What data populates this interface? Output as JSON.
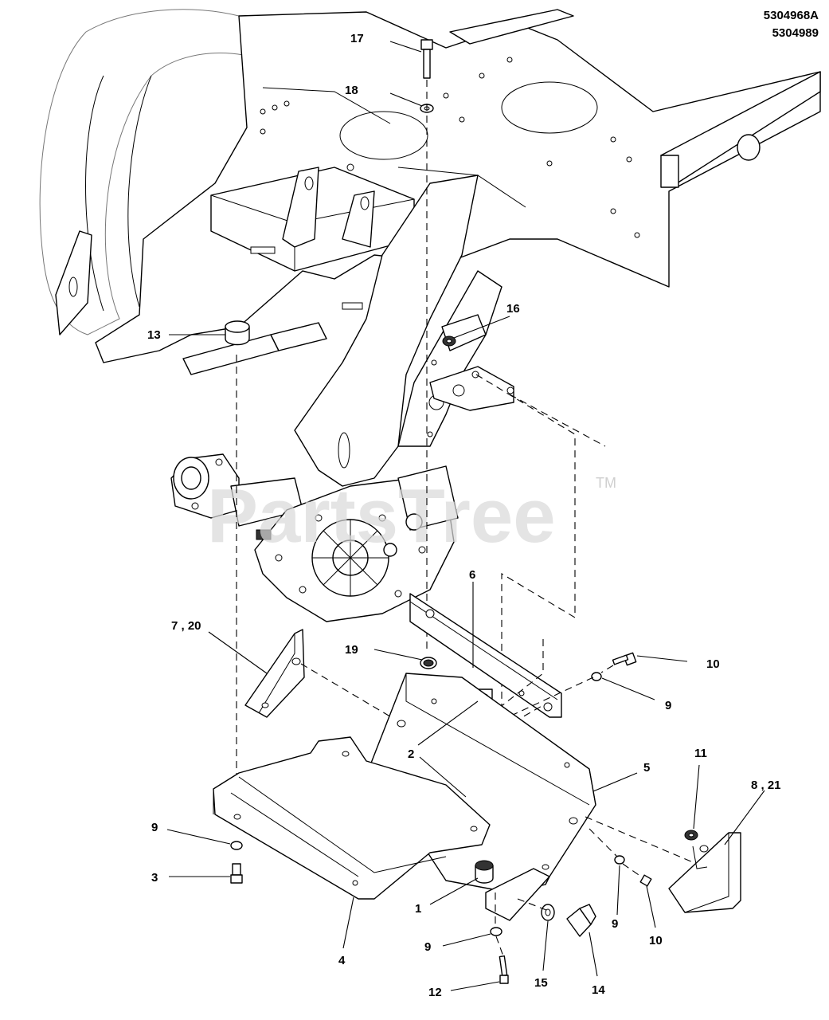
{
  "doc_numbers": [
    "5304968A",
    "5304989"
  ],
  "watermark": {
    "text": "PartsTree",
    "trademark": "TM"
  },
  "callouts": [
    {
      "id": "c17",
      "label": "17"
    },
    {
      "id": "c18",
      "label": "18"
    },
    {
      "id": "c13",
      "label": "13"
    },
    {
      "id": "c16",
      "label": "16"
    },
    {
      "id": "c6",
      "label": "6"
    },
    {
      "id": "c7_20",
      "label": "7 , 20"
    },
    {
      "id": "c19",
      "label": "19"
    },
    {
      "id": "c10a",
      "label": "10"
    },
    {
      "id": "c9a",
      "label": "9"
    },
    {
      "id": "c2a",
      "label": "2"
    },
    {
      "id": "c2b",
      "label": "2"
    },
    {
      "id": "c5",
      "label": "5"
    },
    {
      "id": "c11",
      "label": "11"
    },
    {
      "id": "c8_21",
      "label": "8 , 21"
    },
    {
      "id": "c9b",
      "label": "9"
    },
    {
      "id": "c3",
      "label": "3"
    },
    {
      "id": "c1",
      "label": "1"
    },
    {
      "id": "c9c",
      "label": "9"
    },
    {
      "id": "c10b",
      "label": "10"
    },
    {
      "id": "c4",
      "label": "4"
    },
    {
      "id": "c9d",
      "label": "9"
    },
    {
      "id": "c15",
      "label": "15"
    },
    {
      "id": "c14",
      "label": "14"
    },
    {
      "id": "c12",
      "label": "12"
    }
  ]
}
